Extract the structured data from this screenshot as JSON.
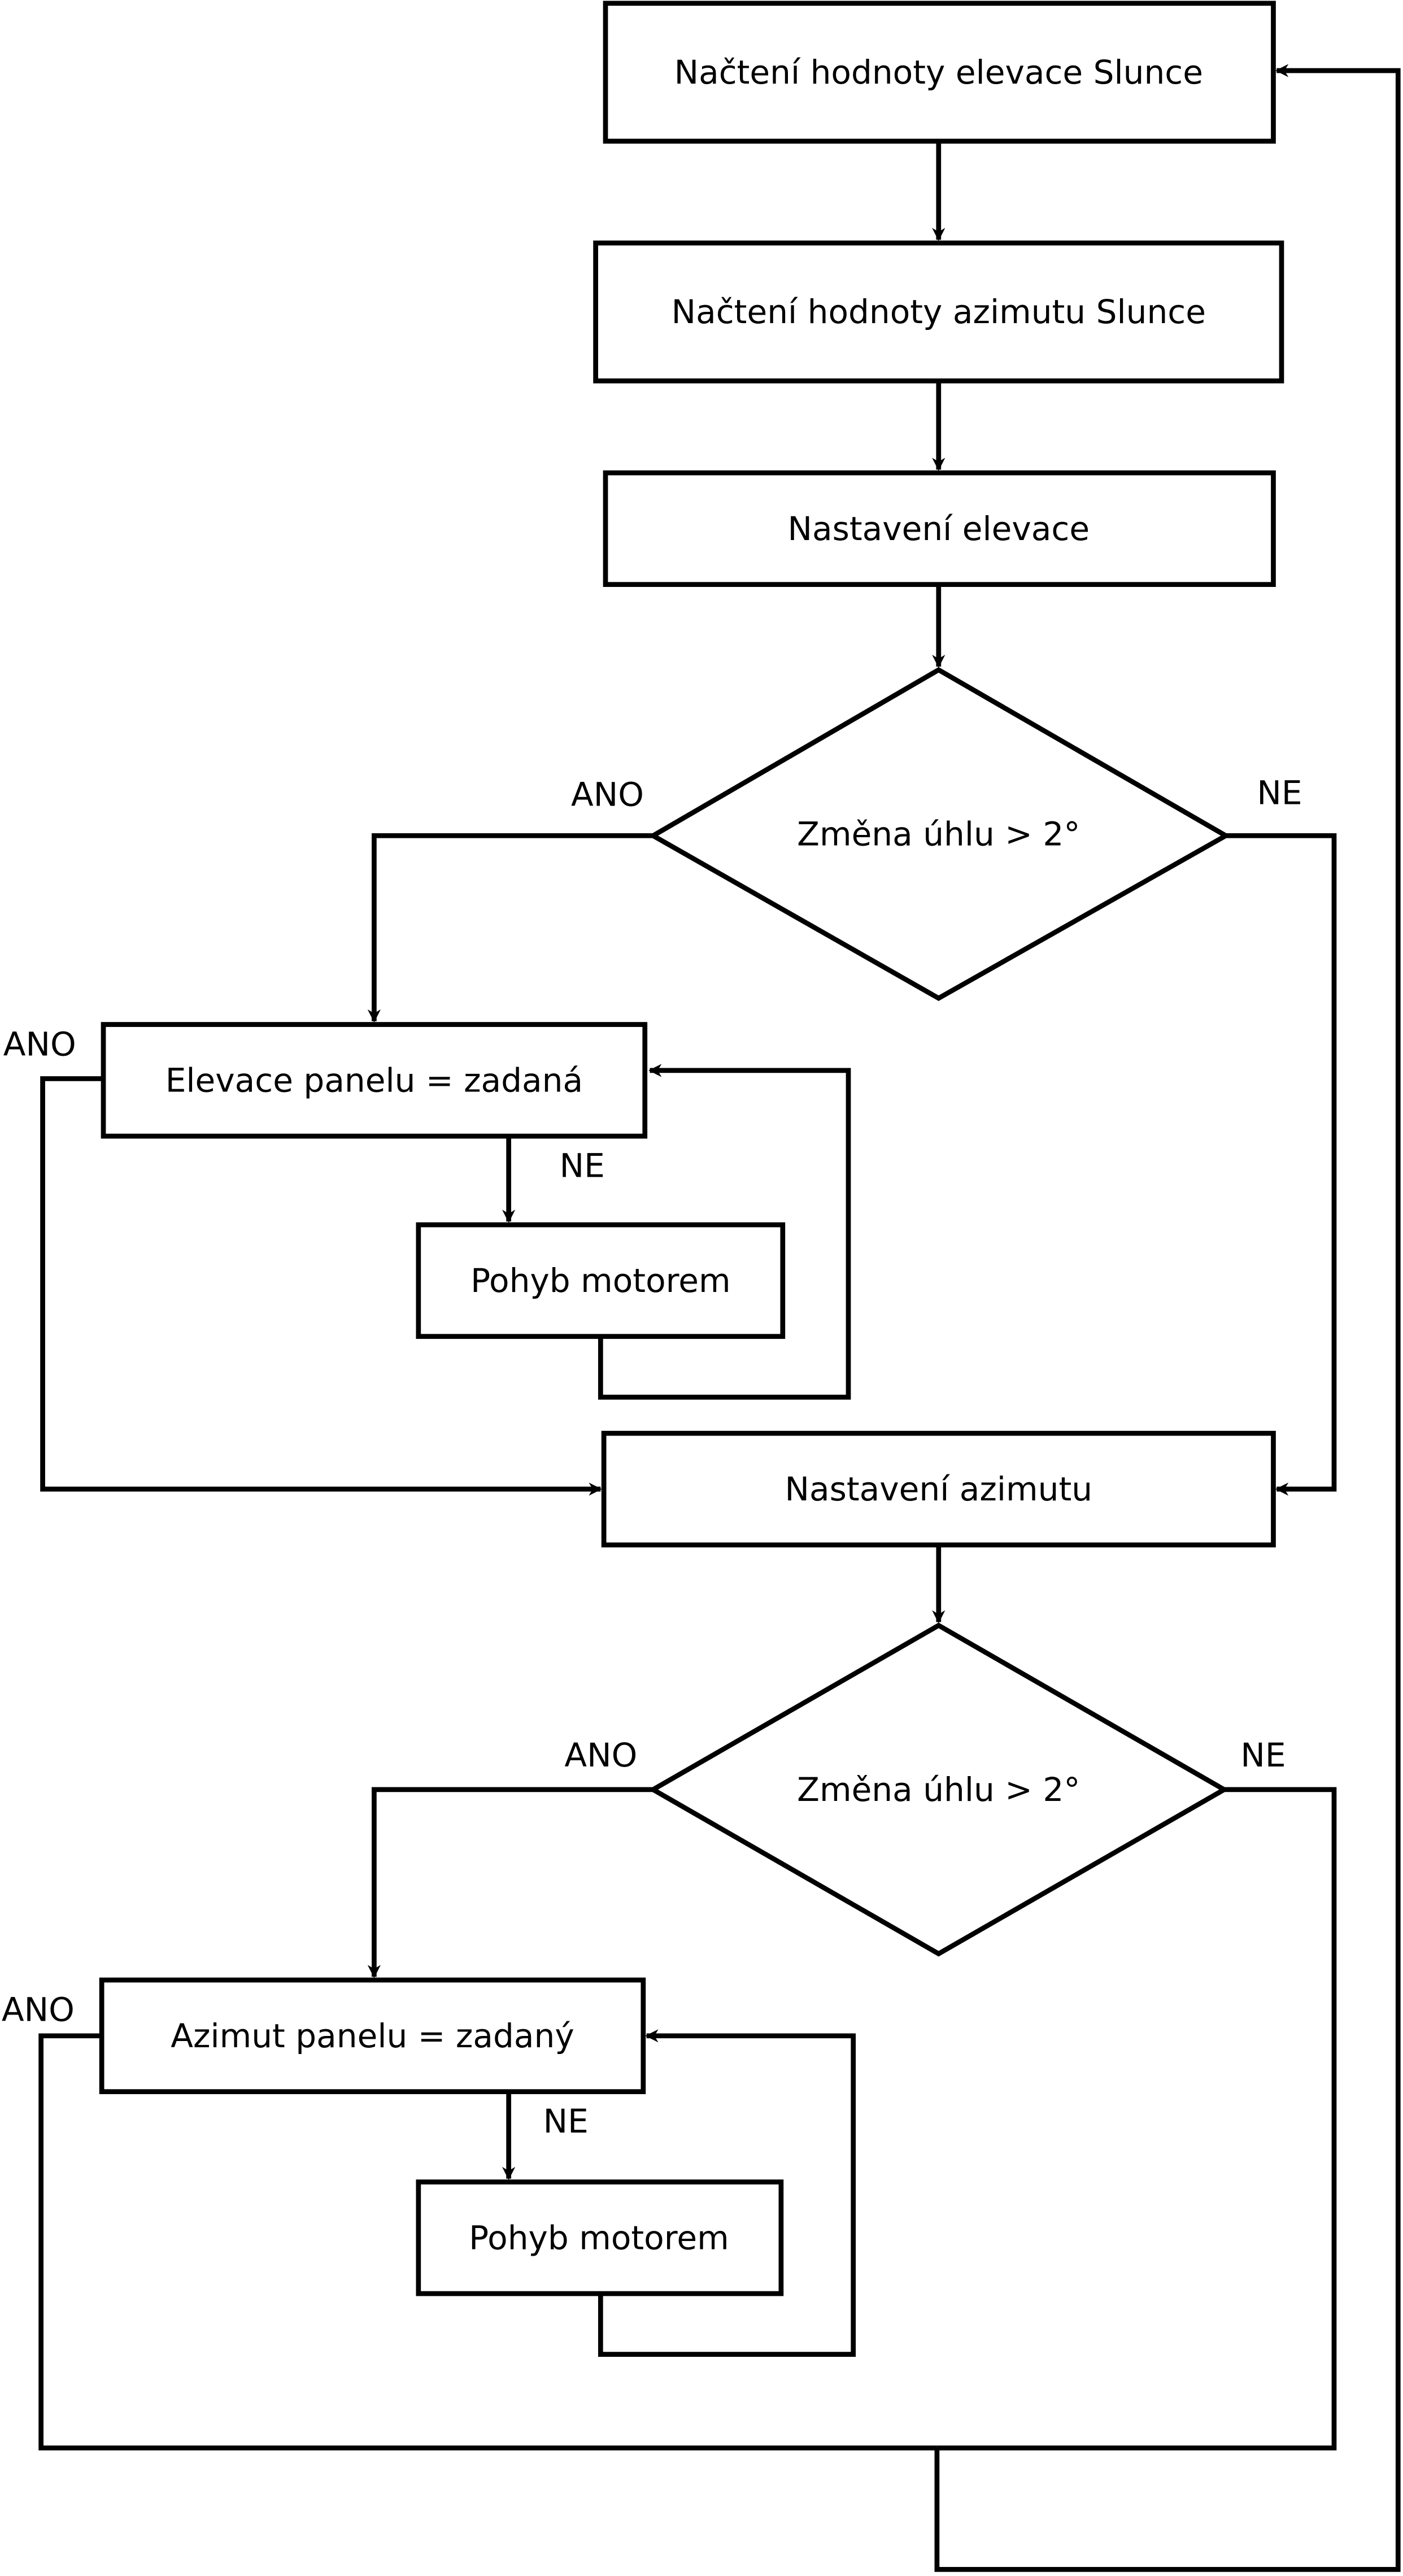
{
  "nodes": {
    "read_elevation": "Načtení hodnoty elevace Slunce",
    "read_azimuth": "Načtení hodnoty azimutu Slunce",
    "set_elevation": "Nastavení elevace",
    "decision_elevation": "Změna úhlu > 2°",
    "elevation_check": "Elevace panelu = zadaná",
    "motor_move_1": "Pohyb motorem",
    "set_azimuth": "Nastavení azimutu",
    "decision_azimuth": "Změna úhlu > 2°",
    "azimuth_check": "Azimut panelu = zadaný",
    "motor_move_2": "Pohyb motorem"
  },
  "branch_labels": {
    "yes": "ANO",
    "no": "NE"
  },
  "colors": {
    "stroke": "#000000",
    "fill": "#ffffff"
  }
}
